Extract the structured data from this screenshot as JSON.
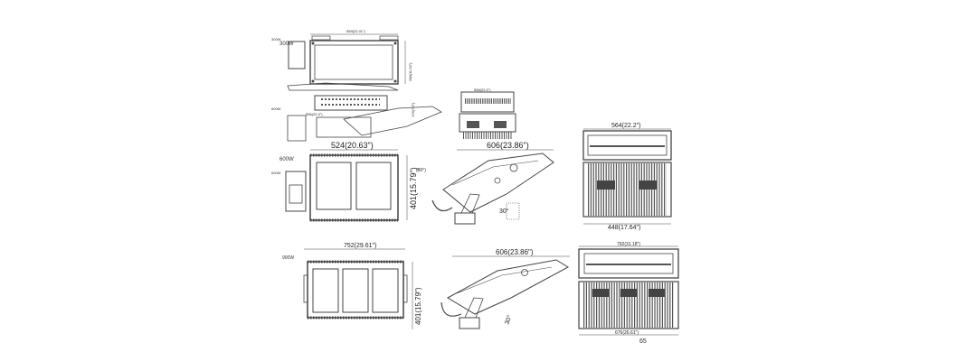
{
  "drawing": {
    "page_number": "65",
    "models": [
      {
        "label_small": "300W",
        "label_main": "300W",
        "dims": [
          "559(22.01\")",
          "288(11.34\")"
        ]
      },
      {
        "label_small": "600W",
        "label_main": "600W",
        "label_side": "600W",
        "dims": [
          "524(20.63\")",
          "401(15.79\")",
          "606(23.86\")",
          "564(22.2\")",
          "448(17.64\")",
          "30°",
          "(80°)",
          "556(22.0\")",
          "176(7.0\")"
        ]
      },
      {
        "label_main": "900W",
        "dims": [
          "752(29.61\")",
          "401(15.79\")",
          "606(23.86\")",
          "792(31.18\")",
          "676(26.61\")",
          "30°"
        ]
      }
    ]
  },
  "colors": {
    "line": "#444444",
    "fin": "#555555",
    "paper": "#ffffff"
  }
}
